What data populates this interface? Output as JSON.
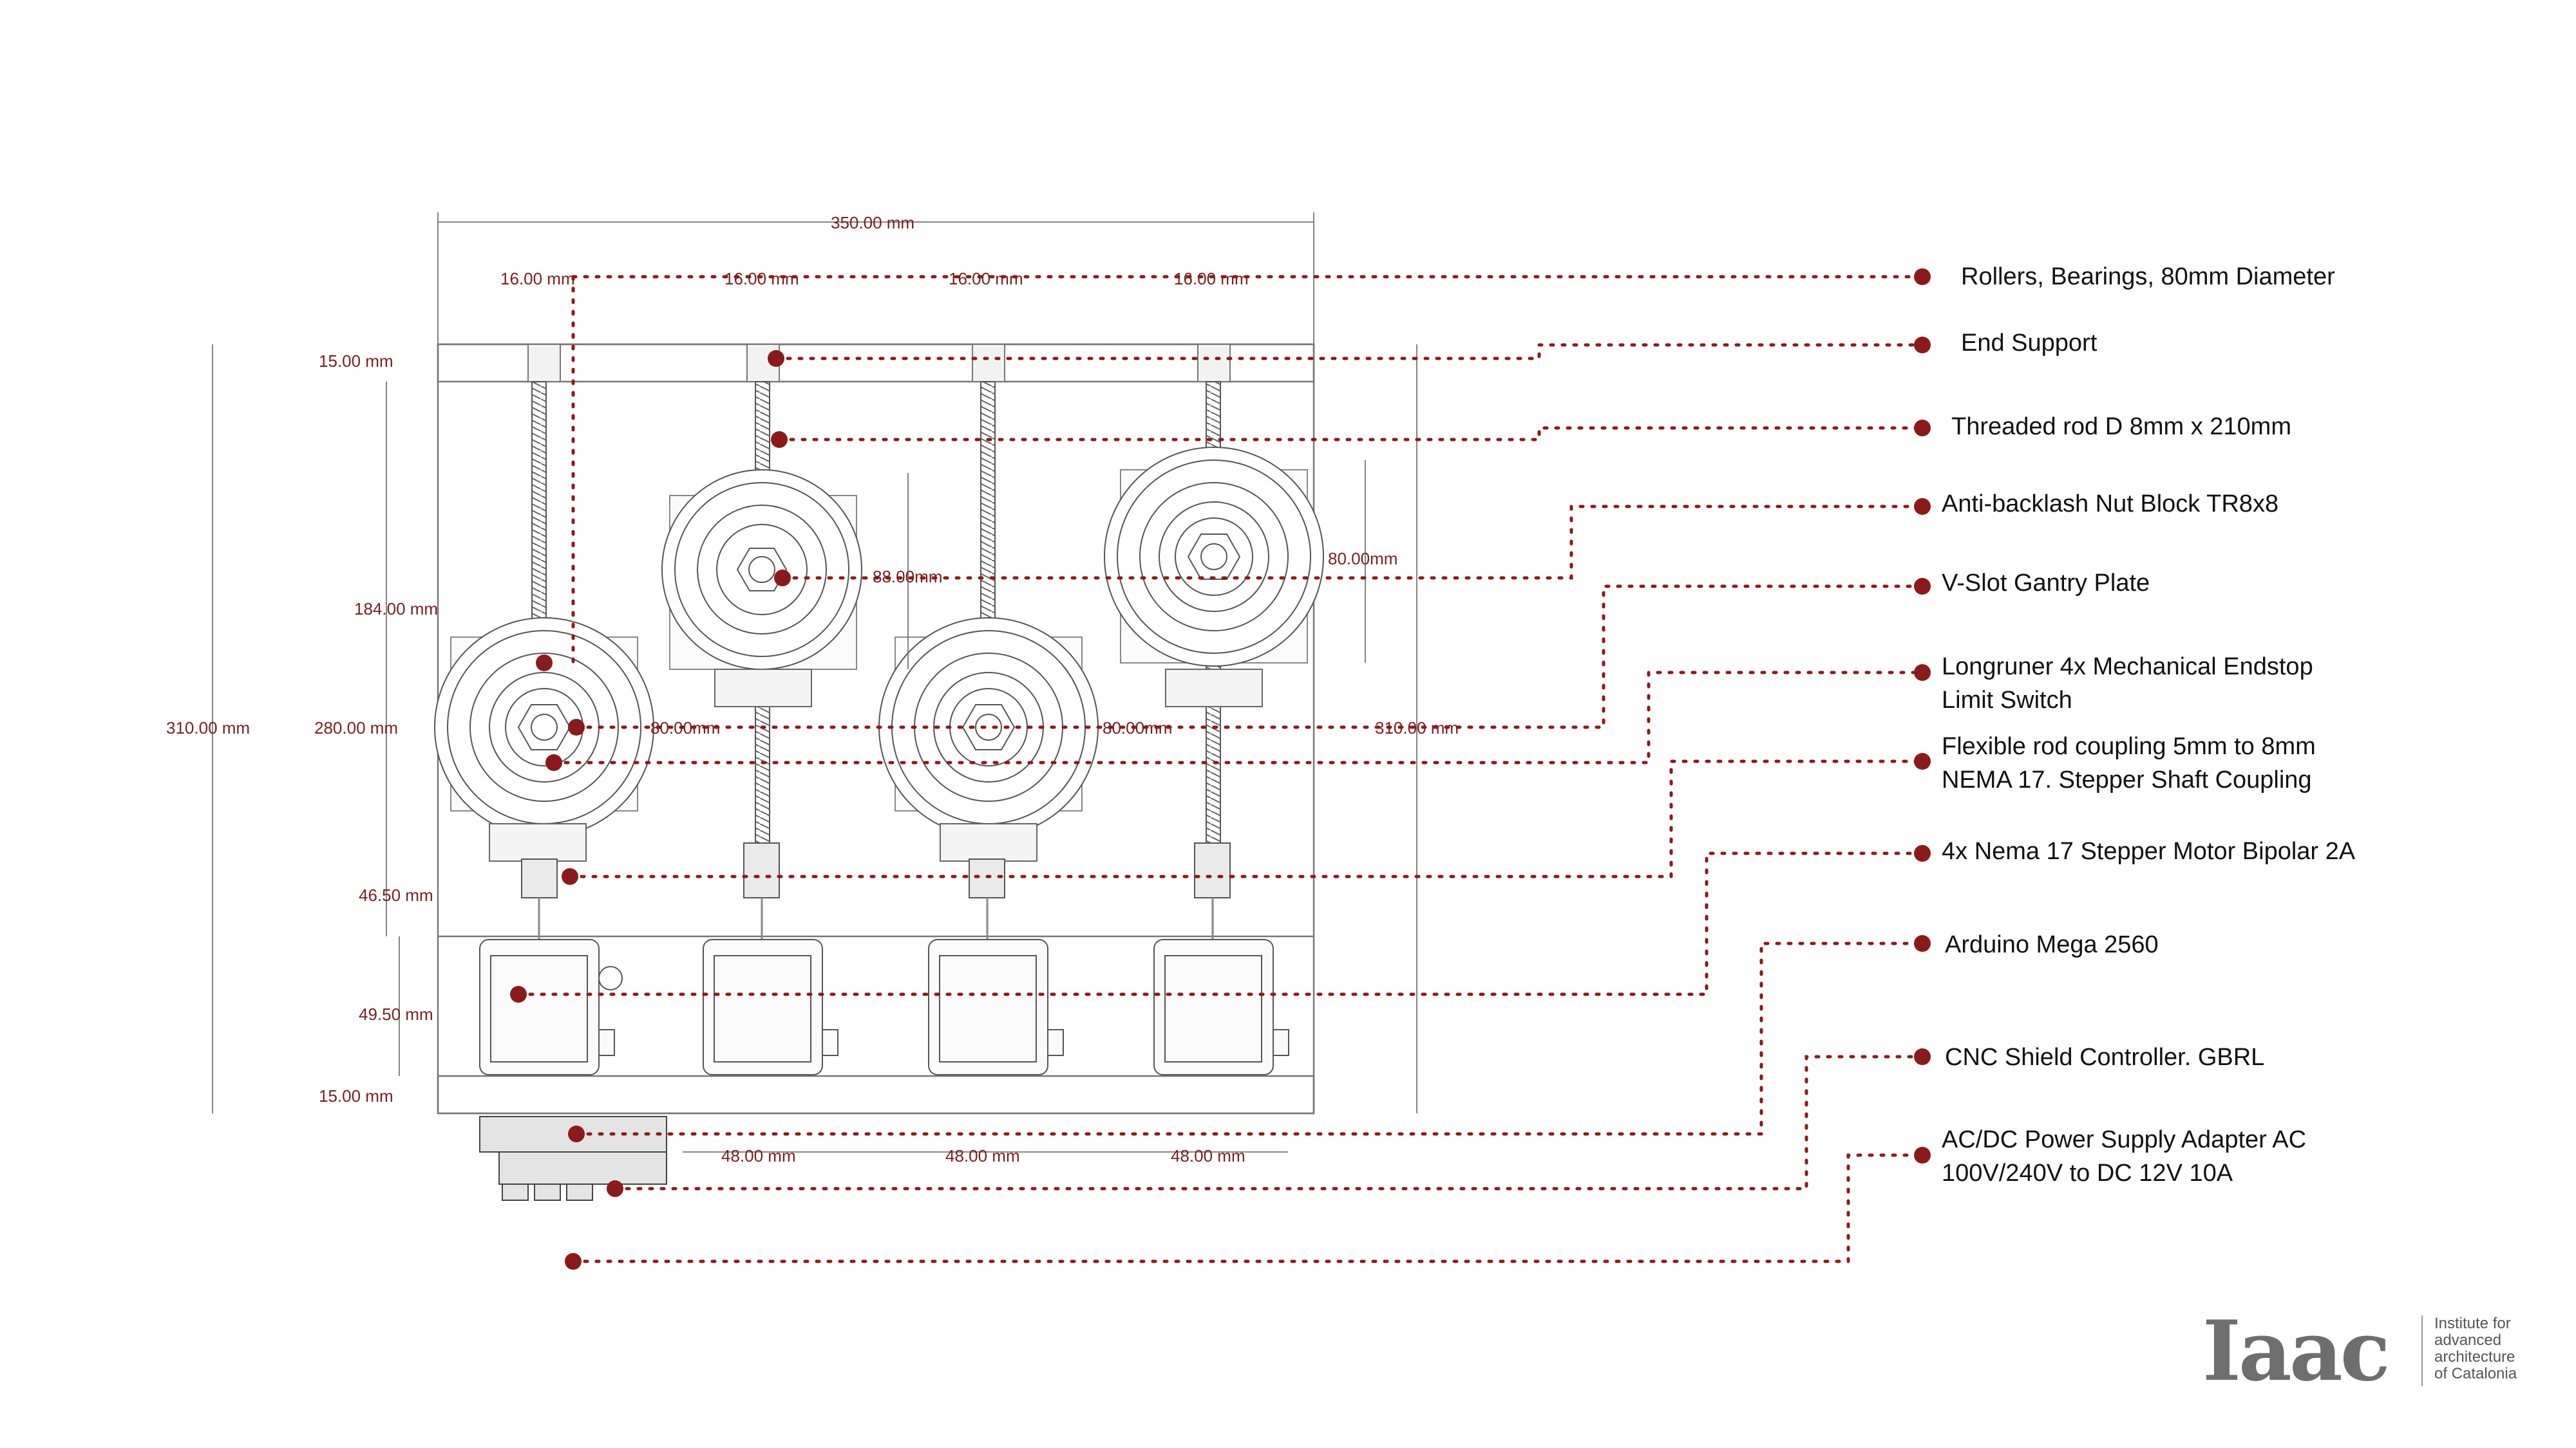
{
  "dimensions": {
    "top_width": "350.00 mm",
    "spacing_top": [
      "16.00 mm",
      "16.00 mm",
      "16.00 mm",
      "16.00 mm"
    ],
    "left_top": "15.00 mm",
    "left_height": "184.00 mm",
    "overall_height": "310.00 mm",
    "inner_height": "280.00 mm",
    "motor_gap": "46.50 mm",
    "motor_height": "49.50 mm",
    "left_bottom": "15.00 mm",
    "roller_1": "88.00mm",
    "roller_2": "80.00mm",
    "roller_3": "80.00mm",
    "roller_4": "80.00mm",
    "right_height": "310.00 mm",
    "bottom_spacing": [
      "48.00 mm",
      "48.00 mm",
      "48.00 mm"
    ]
  },
  "callouts": [
    {
      "line1": "Rollers, Bearings, 80mm Diameter",
      "line2": ""
    },
    {
      "line1": "End Support",
      "line2": ""
    },
    {
      "line1": "Threaded rod D 8mm x 210mm",
      "line2": ""
    },
    {
      "line1": "Anti-backlash Nut Block TR8x8",
      "line2": ""
    },
    {
      "line1": "V-Slot Gantry Plate",
      "line2": ""
    },
    {
      "line1": "Longruner 4x Mechanical Endstop",
      "line2": "Limit Switch"
    },
    {
      "line1": "Flexible rod coupling 5mm to 8mm",
      "line2": "NEMA 17. Stepper Shaft Coupling"
    },
    {
      "line1": "4x Nema 17 Stepper Motor Bipolar 2A",
      "line2": ""
    },
    {
      "line1": "Arduino Mega 2560",
      "line2": ""
    },
    {
      "line1": "CNC Shield Controller. GBRL",
      "line2": ""
    },
    {
      "line1": "AC/DC Power Supply Adapter AC",
      "line2": "100V/240V to DC 12V 10A"
    }
  ],
  "logo": {
    "mark": "Iaac",
    "text": [
      "Institute for",
      "advanced",
      "architecture",
      "of Catalonia"
    ]
  },
  "colors": {
    "accent": "#8b1a1a",
    "line": "#555555"
  }
}
